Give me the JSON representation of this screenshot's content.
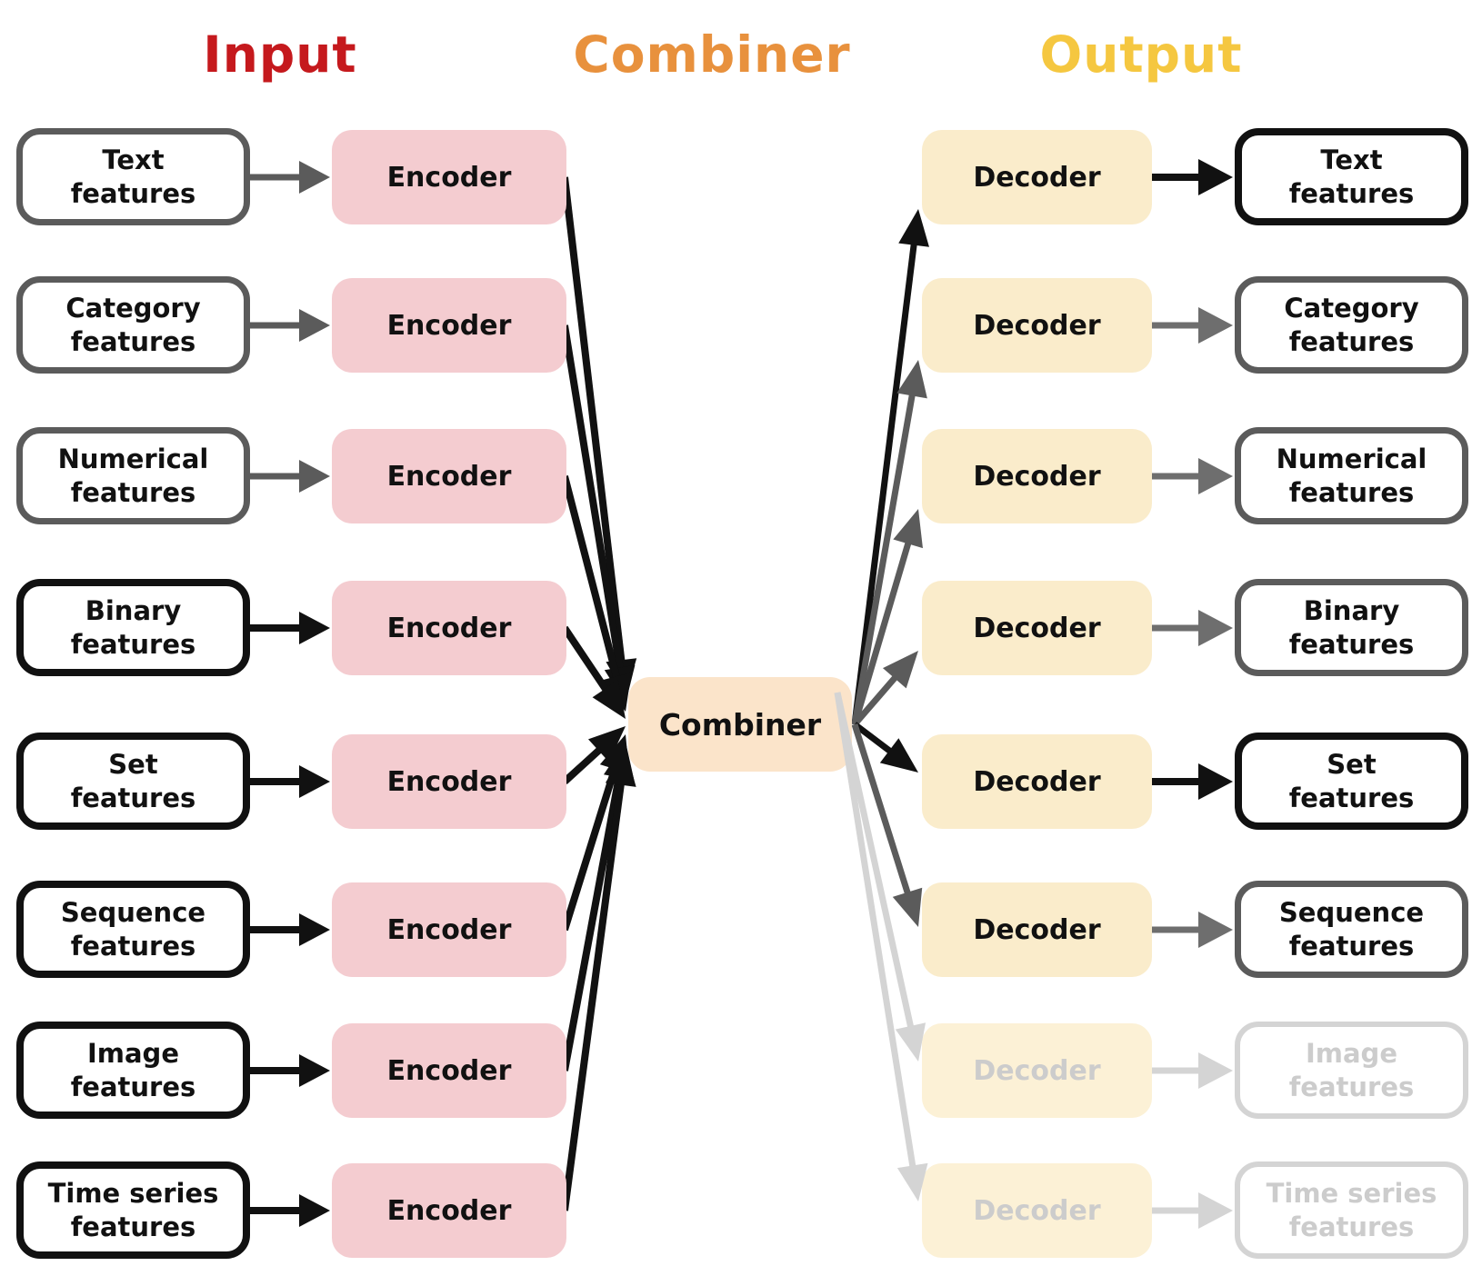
{
  "headers": {
    "input": "Input",
    "combiner": "Combiner",
    "output": "Output"
  },
  "header_colors": {
    "input": "#c5191d",
    "combiner": "#e8913d",
    "output": "#f5c740"
  },
  "combiner": {
    "label": "Combiner",
    "fill": "#fbe4ca"
  },
  "labels": {
    "encoder": "Encoder",
    "decoder": "Decoder"
  },
  "colors": {
    "encoder_fill": "#f4ccd0",
    "decoder_fill": "#faeccb",
    "decoder_fill_faded": "#fcf1d6",
    "black": "#111111",
    "gray": "#5b5b5b",
    "gray_arrow_light": "#6e6e6e",
    "faded": "#d4d4d4",
    "faded_text": "#cccccc",
    "text": "#111111"
  },
  "rows": [
    {
      "input": {
        "lines": [
          "Text",
          "features"
        ],
        "tone": "gray"
      },
      "output": {
        "lines": [
          "Text",
          "features"
        ],
        "tone": "black"
      }
    },
    {
      "input": {
        "lines": [
          "Category",
          "features"
        ],
        "tone": "gray"
      },
      "output": {
        "lines": [
          "Category",
          "features"
        ],
        "tone": "gray"
      }
    },
    {
      "input": {
        "lines": [
          "Numerical",
          "features"
        ],
        "tone": "gray"
      },
      "output": {
        "lines": [
          "Numerical",
          "features"
        ],
        "tone": "gray"
      }
    },
    {
      "input": {
        "lines": [
          "Binary",
          "features"
        ],
        "tone": "black"
      },
      "output": {
        "lines": [
          "Binary",
          "features"
        ],
        "tone": "gray"
      }
    },
    {
      "input": {
        "lines": [
          "Set",
          "features"
        ],
        "tone": "black"
      },
      "output": {
        "lines": [
          "Set",
          "features"
        ],
        "tone": "black"
      }
    },
    {
      "input": {
        "lines": [
          "Sequence",
          "features"
        ],
        "tone": "black"
      },
      "output": {
        "lines": [
          "Sequence",
          "features"
        ],
        "tone": "gray"
      }
    },
    {
      "input": {
        "lines": [
          "Image",
          "features"
        ],
        "tone": "black"
      },
      "output": {
        "lines": [
          "Image",
          "features"
        ],
        "tone": "faded"
      }
    },
    {
      "input": {
        "lines": [
          "Time series",
          "features"
        ],
        "tone": "black"
      },
      "output": {
        "lines": [
          "Time series",
          "features"
        ],
        "tone": "faded"
      }
    }
  ]
}
